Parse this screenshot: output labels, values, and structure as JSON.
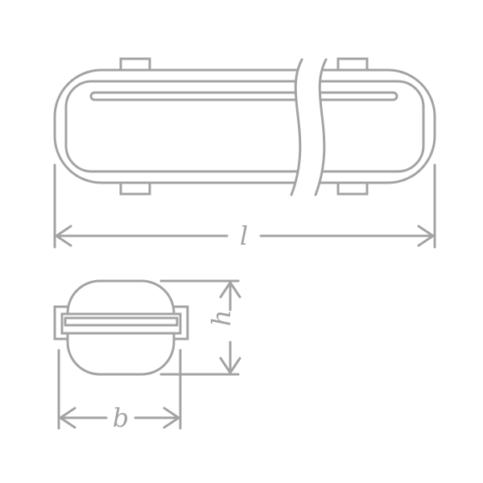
{
  "dimensions": {
    "length": {
      "symbol": "l"
    },
    "height": {
      "symbol": "h"
    },
    "width": {
      "symbol": "b"
    }
  },
  "colors": {
    "line": "#a3a3a3",
    "background": "#ffffff"
  }
}
